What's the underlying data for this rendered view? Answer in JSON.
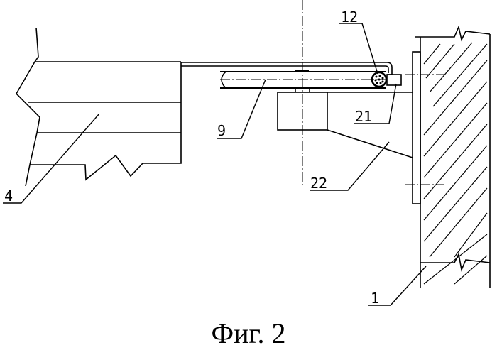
{
  "labels": {
    "l12": "12",
    "l9": "9",
    "l21": "21",
    "l22": "22",
    "l4": "4",
    "l1": "1"
  },
  "caption": "Фиг. 2"
}
